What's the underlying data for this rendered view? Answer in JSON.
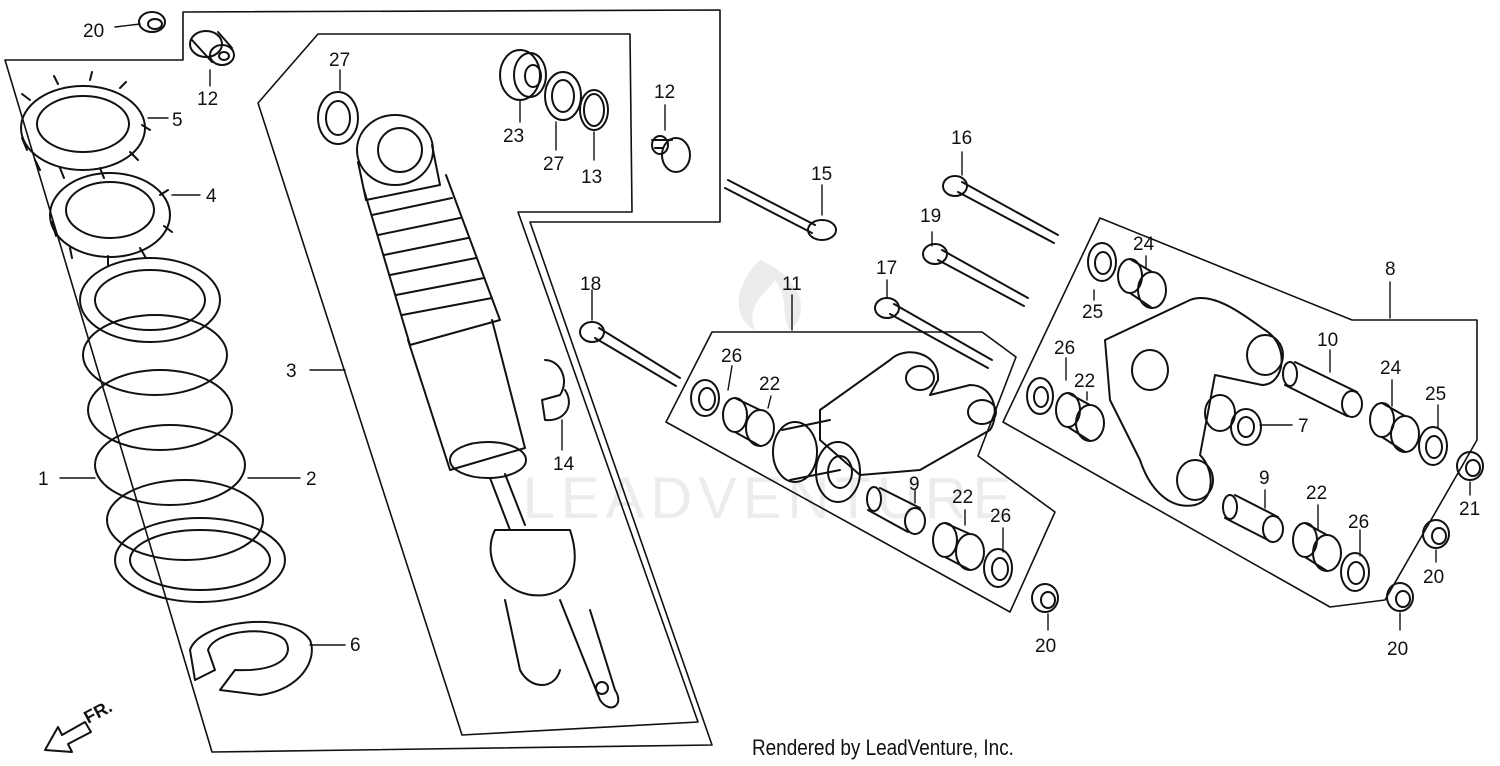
{
  "credit": "Rendered by LeadVenture, Inc.",
  "watermark": "LEADVENTURE",
  "front_marker": "FR.",
  "callouts": {
    "c1": "1",
    "c2": "2",
    "c3": "3",
    "c4": "4",
    "c5": "5",
    "c6": "6",
    "c7": "7",
    "c8": "8",
    "c9a": "9",
    "c9b": "9",
    "c10": "10",
    "c11": "11",
    "c12a": "12",
    "c12b": "12",
    "c13": "13",
    "c14": "14",
    "c15": "15",
    "c16": "16",
    "c17": "17",
    "c18": "18",
    "c19": "19",
    "c20a": "20",
    "c20b": "20",
    "c20c": "20",
    "c20d": "20",
    "c21": "21",
    "c22a": "22",
    "c22b": "22",
    "c22c": "22",
    "c22d": "22",
    "c23": "23",
    "c24a": "24",
    "c24b": "24",
    "c25a": "25",
    "c25b": "25",
    "c26a": "26",
    "c26b": "26",
    "c26c": "26",
    "c26d": "26",
    "c27a": "27",
    "c27b": "27"
  },
  "colors": {
    "line": "#111111",
    "watermark": "#e6e6e6",
    "background": "#ffffff"
  }
}
